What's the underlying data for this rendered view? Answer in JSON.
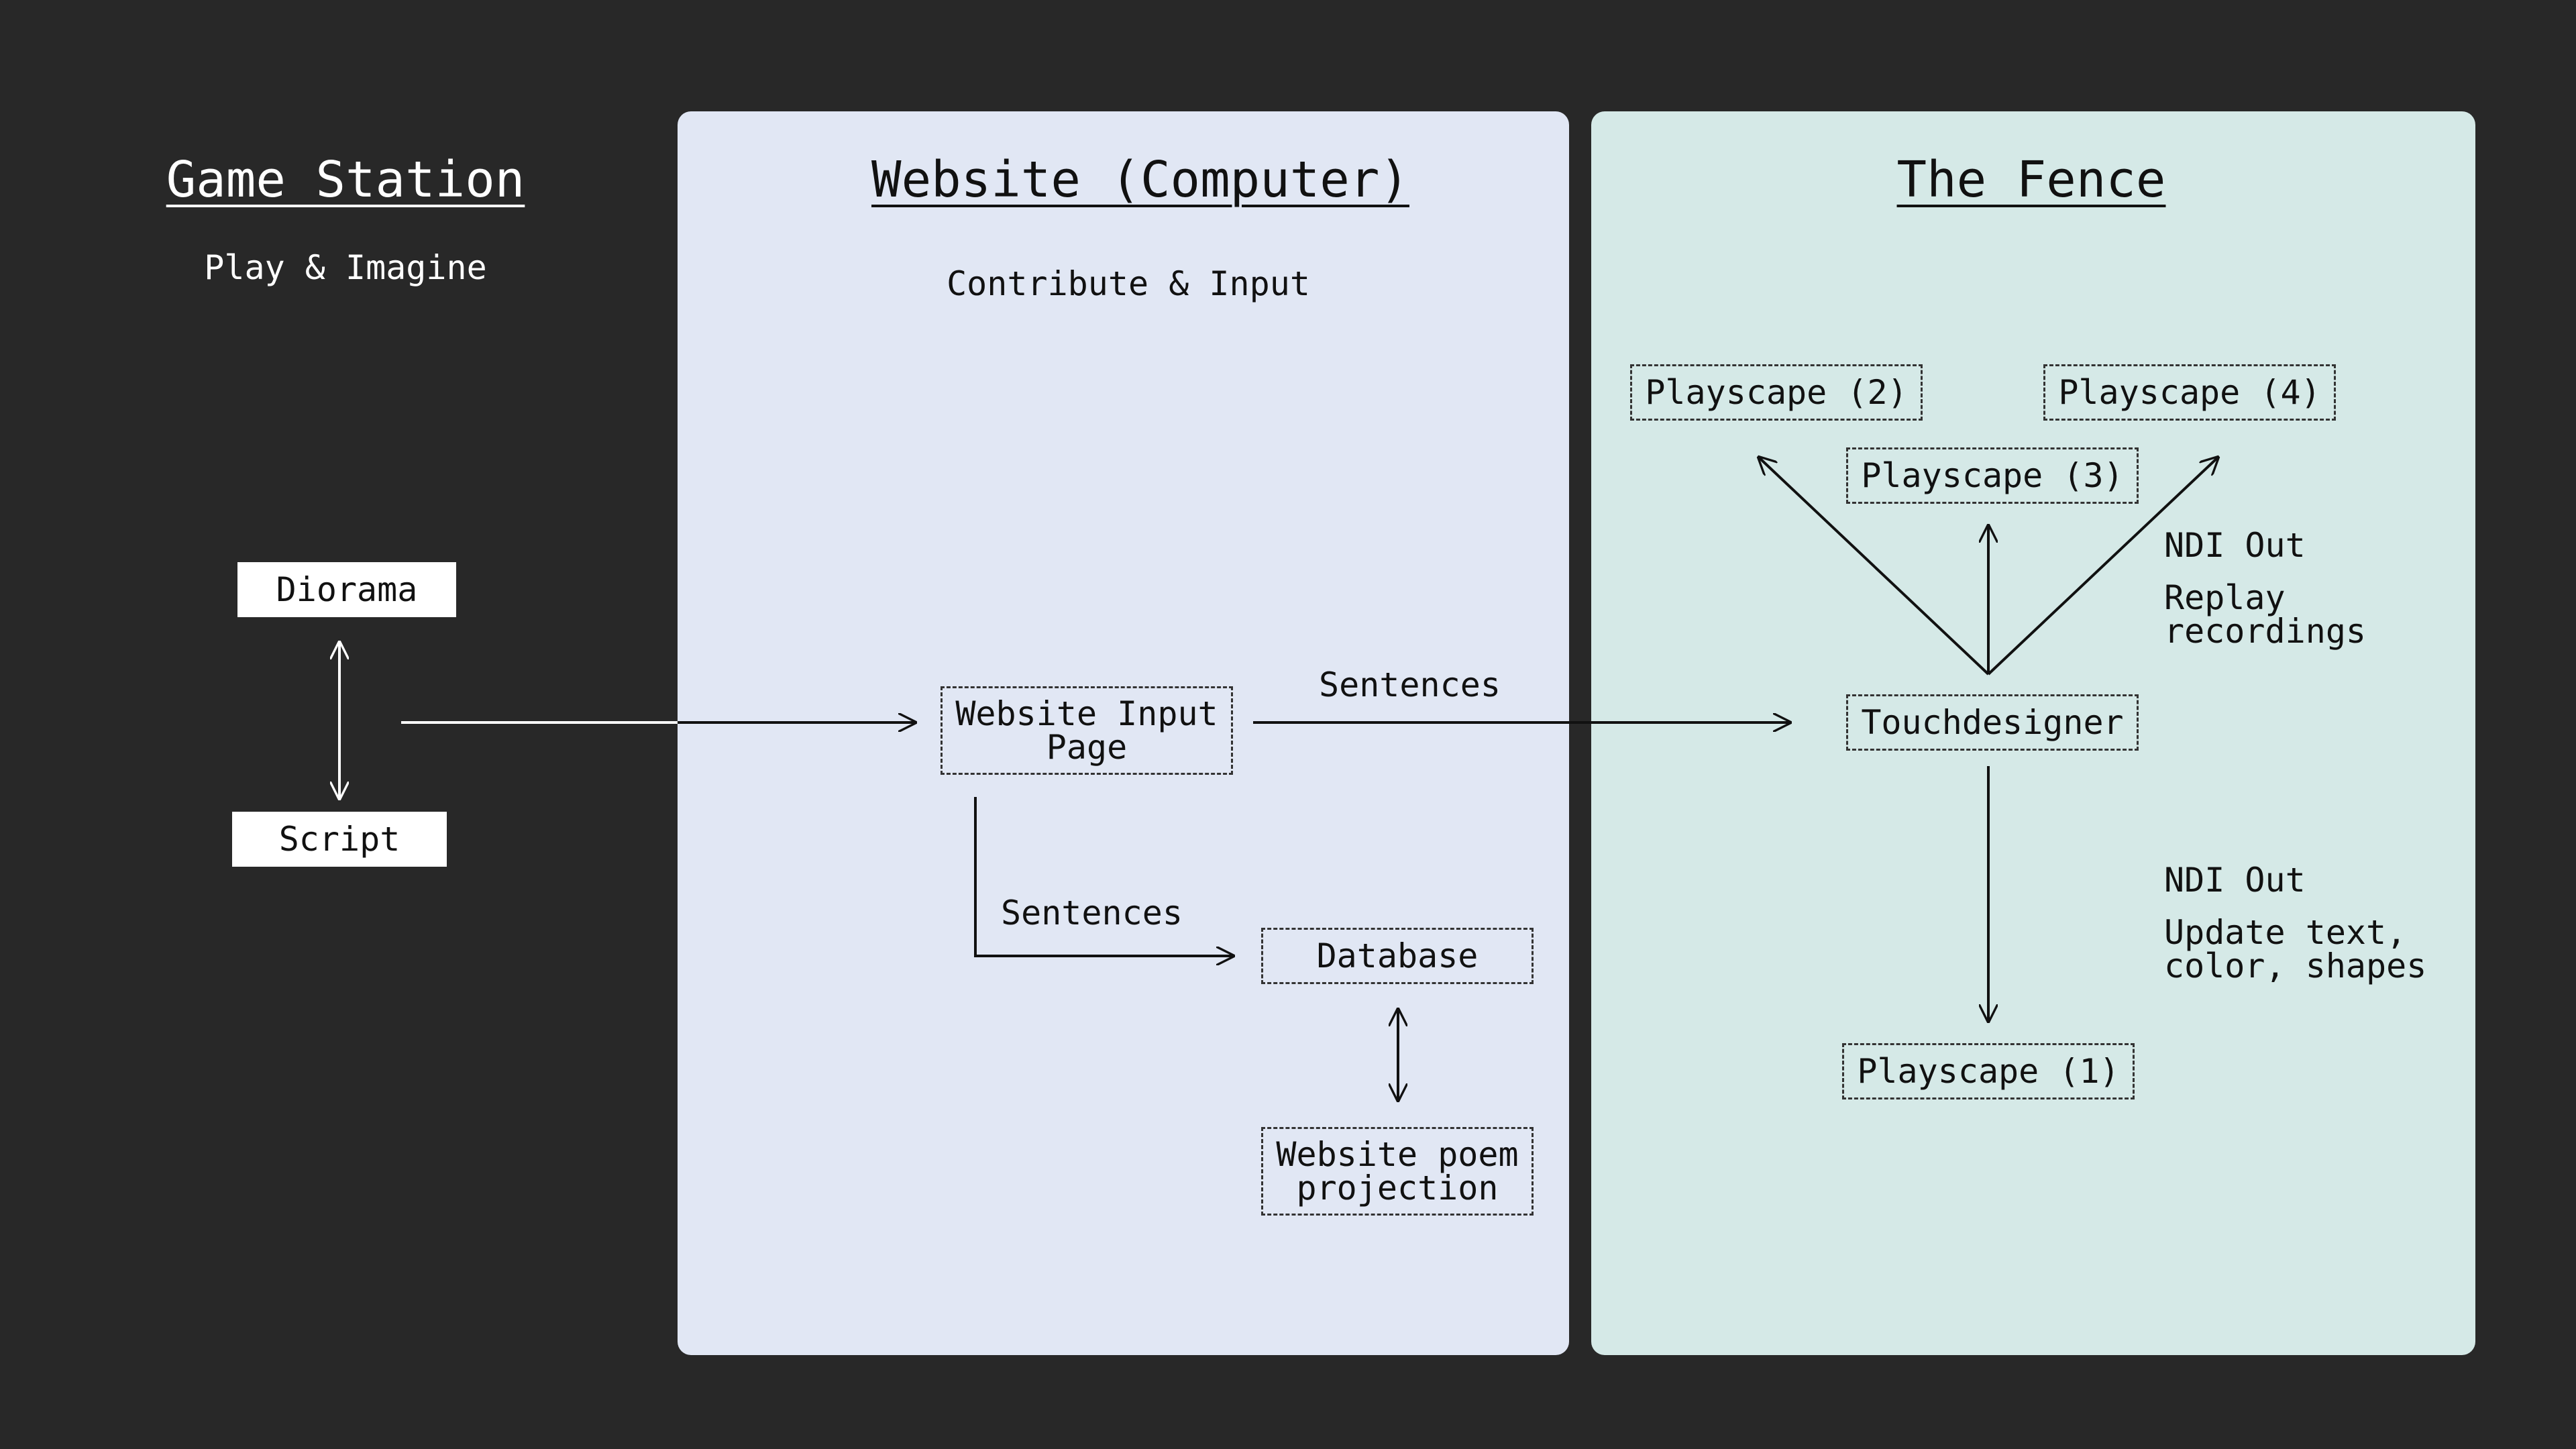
{
  "colors": {
    "background": "#282828",
    "website_panel": "#e1e7f4",
    "fence_panel": "#d5e9e7",
    "light_text": "#ffffff",
    "dark_text": "#111111"
  },
  "game_station": {
    "title": "Game Station",
    "subtitle": "Play & Imagine",
    "diorama": "Diorama",
    "script": "Script"
  },
  "website": {
    "title": "Website (Computer)",
    "subtitle": "Contribute & Input",
    "input_page": "Website Input\nPage",
    "database": "Database",
    "poem_projection": "Website poem\nprojection",
    "sentences_label_db": "Sentences",
    "sentences_label_td": "Sentences"
  },
  "fence": {
    "title": "The Fence",
    "playscape_1": "Playscape (1)",
    "playscape_2": "Playscape (2)",
    "playscape_3": "Playscape (3)",
    "playscape_4": "Playscape (4)",
    "touchdesigner": "Touchdesigner",
    "ndi_out_top": "NDI Out",
    "replay_recordings": "Replay\nrecordings",
    "ndi_out_bottom": "NDI Out",
    "update_text": "Update text,\ncolor, shapes"
  }
}
